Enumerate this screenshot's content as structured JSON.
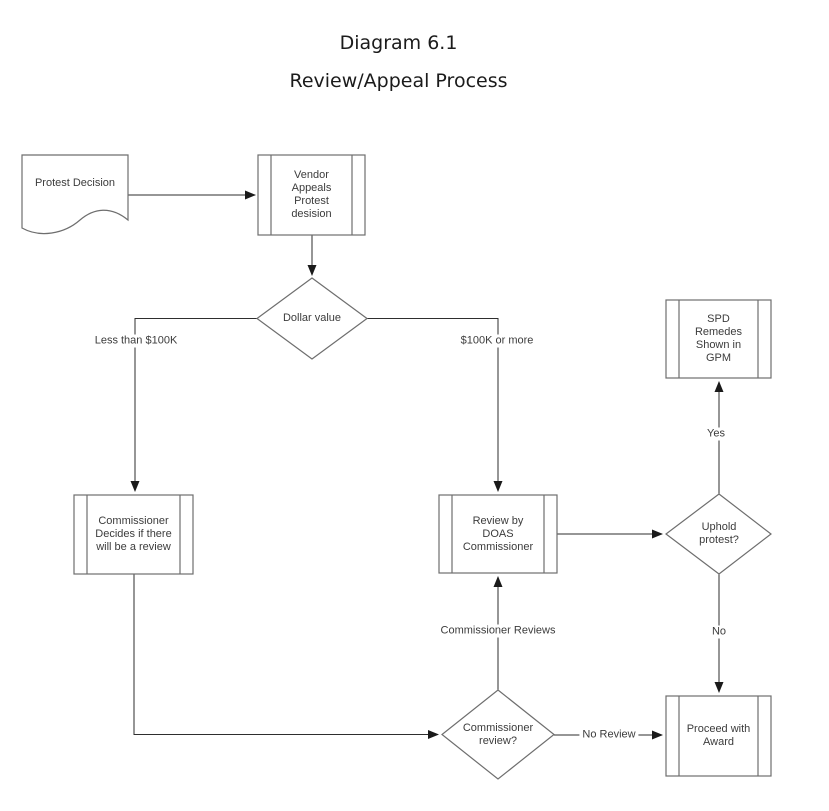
{
  "title": {
    "line1": "Diagram 6.1",
    "line2": "Review/Appeal Process"
  },
  "nodes": {
    "protest_decision": {
      "label": "Protest Decision",
      "shape": "document"
    },
    "vendor_appeals": {
      "label": "Vendor\nAppeals\nProtest\ndesision",
      "shape": "predefined-process"
    },
    "dollar_value": {
      "label": "Dollar value",
      "shape": "decision"
    },
    "commissioner_decides": {
      "label": "Commissioner\nDecides if there\nwill be a review",
      "shape": "predefined-process"
    },
    "review_by_doas": {
      "label": "Review by\nDOAS\nCommissioner",
      "shape": "predefined-process"
    },
    "uphold_protest": {
      "label": "Uphold\nprotest?",
      "shape": "decision"
    },
    "spd_remedes": {
      "label": "SPD\nRemedes\nShown in\nGPM",
      "shape": "predefined-process"
    },
    "commissioner_review": {
      "label": "Commissioner\nreview?",
      "shape": "decision"
    },
    "proceed_award": {
      "label": "Proceed with\nAward",
      "shape": "predefined-process"
    }
  },
  "edge_labels": {
    "less_than_100k": "Less than $100K",
    "more_than_100k": "$100K or more",
    "yes": "Yes",
    "no": "No",
    "commissioner_reviews": "Commissioner Reviews",
    "no_review": "No Review"
  },
  "colors": {
    "background": "#ffffff",
    "shape_stroke": "#6e6e6e",
    "connector": "#2e2e2e",
    "arrowhead": "#1a1a1a",
    "text": "#3c3c3c"
  }
}
